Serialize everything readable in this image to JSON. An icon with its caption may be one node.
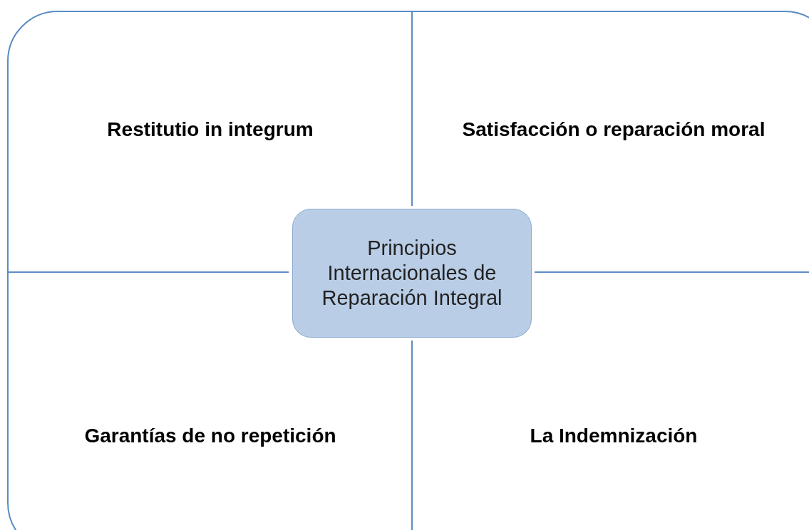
{
  "diagram": {
    "nodes": [
      {
        "text": [
          "Restitutio in integrum"
        ]
      },
      {
        "text": [
          "Satisfacción o reparación moral"
        ]
      },
      {
        "text": [
          "Principios Internacionales de Reparación Integral"
        ]
      },
      {
        "text": [
          "Garantías de no repetición"
        ]
      },
      {
        "text": [
          "La Indemnización"
        ]
      }
    ]
  }
}
